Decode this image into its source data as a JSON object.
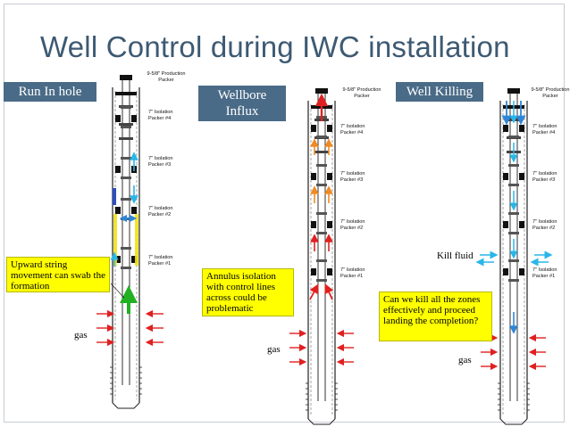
{
  "title": "Well Control during IWC installation",
  "panels": [
    {
      "header": "Run In hole",
      "labels": {
        "production_packer": [
          "9-5/8\" Production",
          "Packer"
        ],
        "isolation_packers": [
          [
            "7\" Isolation",
            "Packer #4"
          ],
          [
            "7\" Isolation",
            "Packer #3"
          ],
          [
            "7\" Isolation",
            "Packer #2"
          ],
          [
            "7\" Isolation",
            "Packer #1"
          ]
        ]
      },
      "callout": "Upward string movement can swab the formation",
      "gas_label": "gas"
    },
    {
      "header": "Wellbore Influx",
      "labels": {
        "production_packer": [
          "9-5/8\" Production",
          "Packer"
        ],
        "isolation_packers": [
          [
            "7\" Isolation",
            "Packer #4"
          ],
          [
            "7\" Isolation",
            "Packer #3"
          ],
          [
            "7\" Isolation",
            "Packer #2"
          ],
          [
            "7\" Isolation",
            "Packer #1"
          ]
        ]
      },
      "callout": "Annulus isolation with control lines across could be problematic",
      "gas_label": "gas"
    },
    {
      "header": "Well Killing",
      "labels": {
        "production_packer": [
          "9-5/8\" Production",
          "Packer"
        ],
        "isolation_packers": [
          [
            "7\" Isolation",
            "Packer #4"
          ],
          [
            "7\" Isolation",
            "Packer #3"
          ],
          [
            "7\" Isolation",
            "Packer #2"
          ],
          [
            "7\" Isolation",
            "Packer #1"
          ]
        ]
      },
      "callout": "Can we kill all the zones effectively and proceed landing the completion?",
      "kill_label": "Kill fluid",
      "gas_label": "gas"
    }
  ],
  "colors": {
    "header_bg": "#4a6b87",
    "title": "#3d5a73",
    "callout_bg": "#ffff00",
    "arrow_red": "#e02020",
    "arrow_blue": "#2f86d6",
    "arrow_cyan": "#29b6e8",
    "arrow_green": "#22b022",
    "arrow_orange": "#f08a24"
  }
}
